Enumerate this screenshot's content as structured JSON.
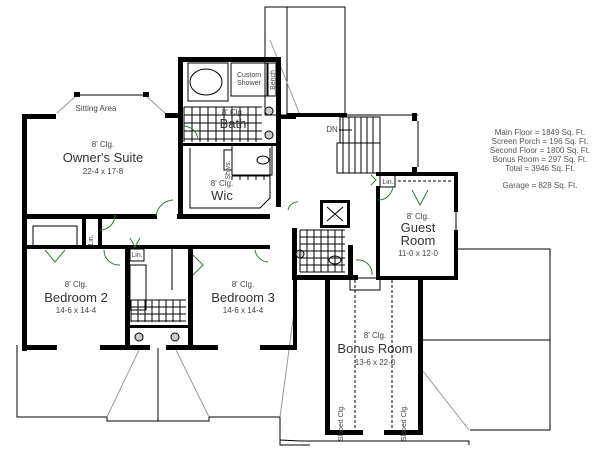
{
  "title": "Second Floor Plan",
  "rooms": {
    "owners_suite": {
      "ceiling": "8' Clg.",
      "name": "Owner's Suite",
      "dims": "22-4 x 17-8",
      "sitting": "Sitting Area"
    },
    "bath": {
      "ceiling": "8' Clg.",
      "name": "Bath",
      "shower": [
        "Custom",
        "Shower"
      ],
      "bench": "Bench",
      "shelves": "Shlvs."
    },
    "wic": {
      "ceiling": "8' Clg.",
      "name": "Wic"
    },
    "bedroom2": {
      "ceiling": "8' Clg.",
      "name": "Bedroom 2",
      "dims": "14-6 x 14-4"
    },
    "bedroom3": {
      "ceiling": "8' Clg.",
      "name": "Bedroom 3",
      "dims": "14-6 x 14-4"
    },
    "guest": {
      "ceiling": "8' Clg.",
      "name1": "Guest",
      "name2": "Room",
      "dims": "11-0 x 12-0"
    },
    "bonus": {
      "ceiling": "8' Clg.",
      "name": "Bonus Room",
      "dims": "13-6 x 22-0",
      "sloped": "Sloped Clg."
    }
  },
  "labels": {
    "linen": "Lin.",
    "down": "DN"
  },
  "areas": [
    "Main Floor = 1849 Sq. Ft.",
    "Screen Porch = 196 Sq. Ft.",
    "Second Floor = 1800 Sq. Ft.",
    "Bonus Room = 297 Sq. Ft.",
    "Total = 3946 Sq. Ft."
  ],
  "garage": "Garage = 828 Sq. Ft."
}
